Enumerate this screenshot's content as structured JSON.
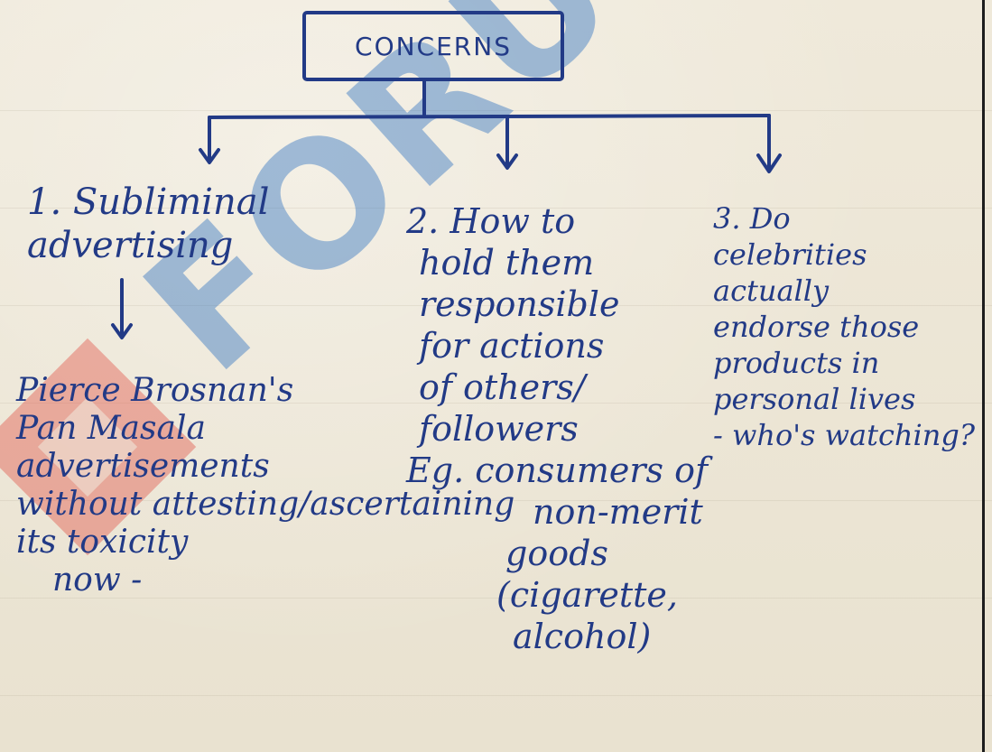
{
  "diagram": {
    "title": "CONCERNS",
    "branches": [
      {
        "lines": [
          "1. Subliminal",
          "advertising"
        ]
      },
      {
        "lines": [
          "2. How to",
          "hold them",
          "responsible",
          "for actions",
          "of others/",
          "followers",
          "Eg. consumers of",
          "non-merit",
          "goods",
          "(cigarette,",
          "alcohol)"
        ]
      },
      {
        "lines": [
          "3. Do",
          "celebrities",
          "actually",
          "endorse those",
          "products in",
          "personal lives",
          "- who's watching?"
        ]
      }
    ],
    "example": {
      "lines": [
        "Pierce Brosnan's",
        "Pan Masala",
        "advertisements",
        "without attesting/ascertaining",
        "its toxicity",
        "now -"
      ]
    }
  },
  "colors": {
    "ink": "#223a86",
    "paper": "#ece6d6",
    "watermark_blue": "#286ebe",
    "watermark_red": "#e15046"
  }
}
